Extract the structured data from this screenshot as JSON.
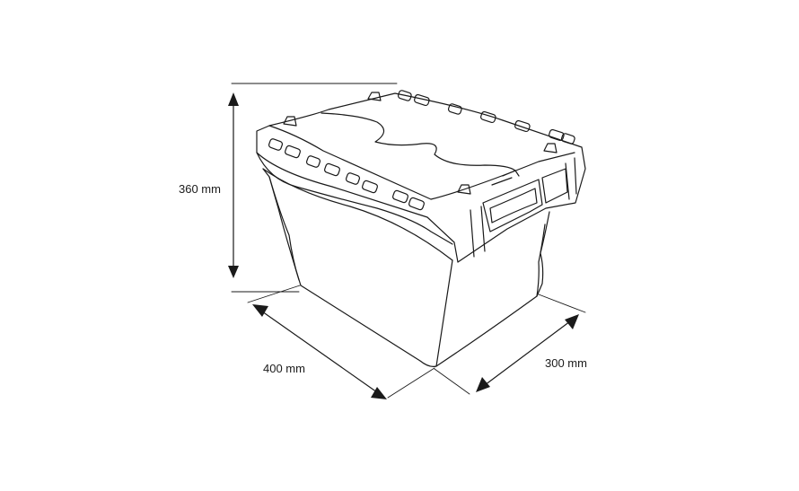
{
  "dimensions": {
    "height": "360 mm",
    "length": "400 mm",
    "width": "300 mm"
  },
  "colors": {
    "line": "#1a1a1a",
    "background": "#ffffff"
  }
}
